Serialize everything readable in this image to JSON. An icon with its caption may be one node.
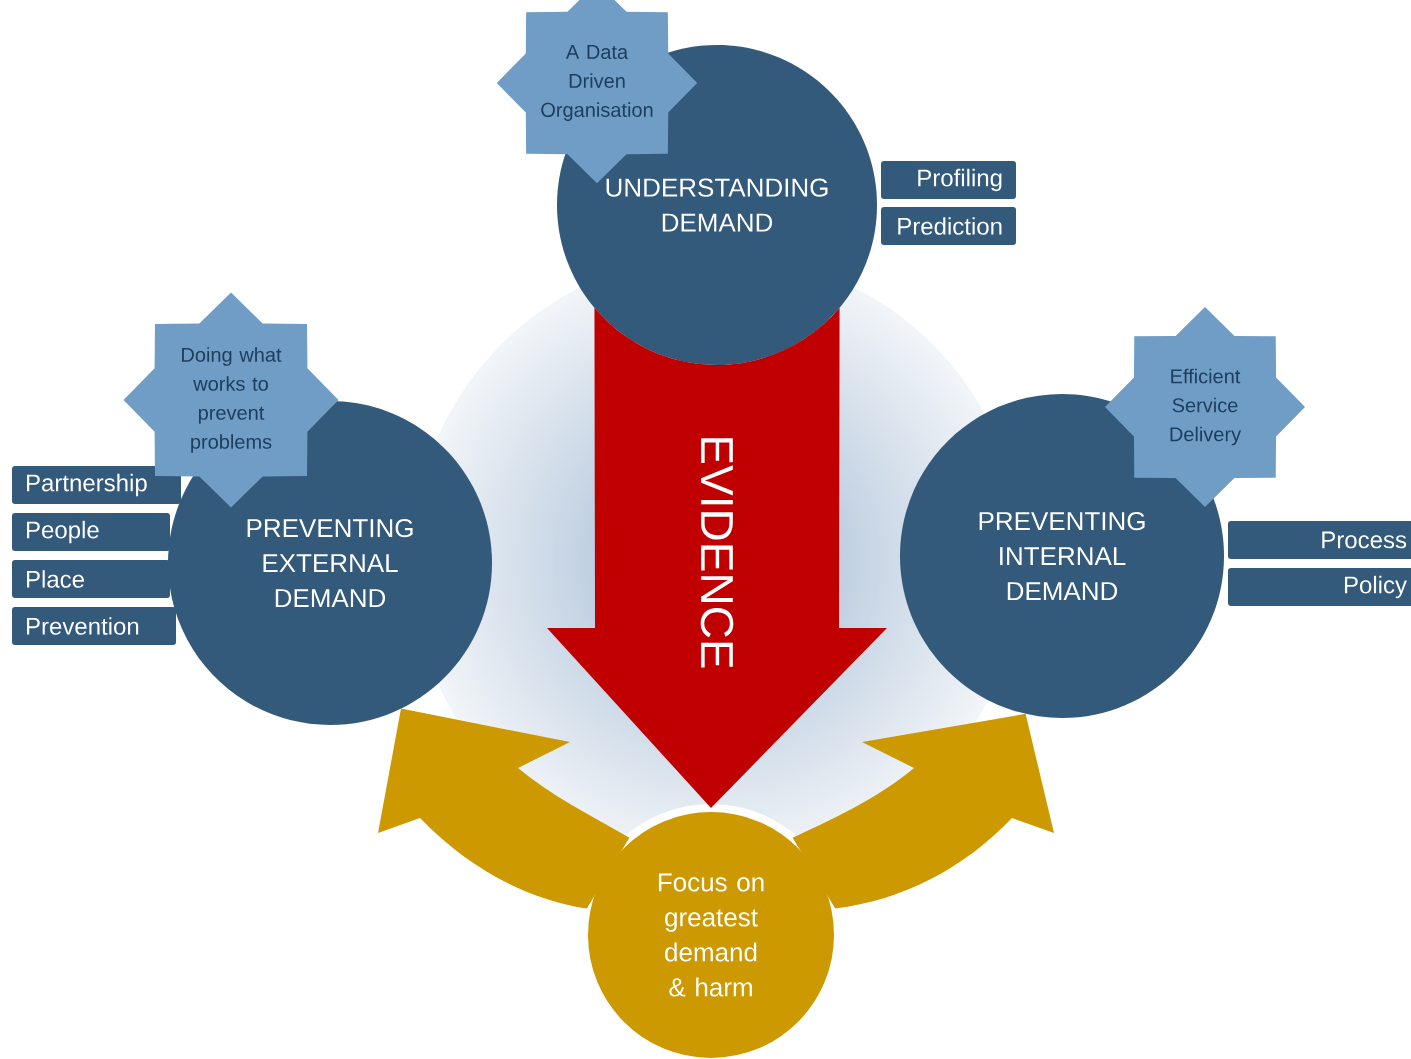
{
  "diagram": {
    "nodes": [
      {
        "text": [
          "UNDERSTANDING DEMAND"
        ]
      },
      {
        "text": [
          "A Data Driven Organisation"
        ]
      },
      {
        "text": [
          "Profiling"
        ]
      },
      {
        "text": [
          "Prediction"
        ]
      },
      {
        "text": [
          "PREVENTING EXTERNAL DEMAND"
        ]
      },
      {
        "text": [
          "Doing what works to prevent problems"
        ]
      },
      {
        "text": [
          "Partnership"
        ]
      },
      {
        "text": [
          "People"
        ]
      },
      {
        "text": [
          "Place"
        ]
      },
      {
        "text": [
          "Prevention"
        ]
      },
      {
        "text": [
          "PREVENTING INTERNAL DEMAND"
        ]
      },
      {
        "text": [
          "Efficient Service Delivery"
        ]
      },
      {
        "text": [
          "Process"
        ]
      },
      {
        "text": [
          "Policy"
        ]
      },
      {
        "text": [
          "Focus on greatest demand & harm"
        ]
      }
    ],
    "edges": [
      {
        "from": 0,
        "to": 14,
        "arrow": "to",
        "label": "EVIDENCE",
        "color": "#c00000"
      },
      {
        "from": 14,
        "to": 4,
        "arrow": "to"
      },
      {
        "from": 14,
        "to": 10,
        "arrow": "to"
      }
    ]
  }
}
